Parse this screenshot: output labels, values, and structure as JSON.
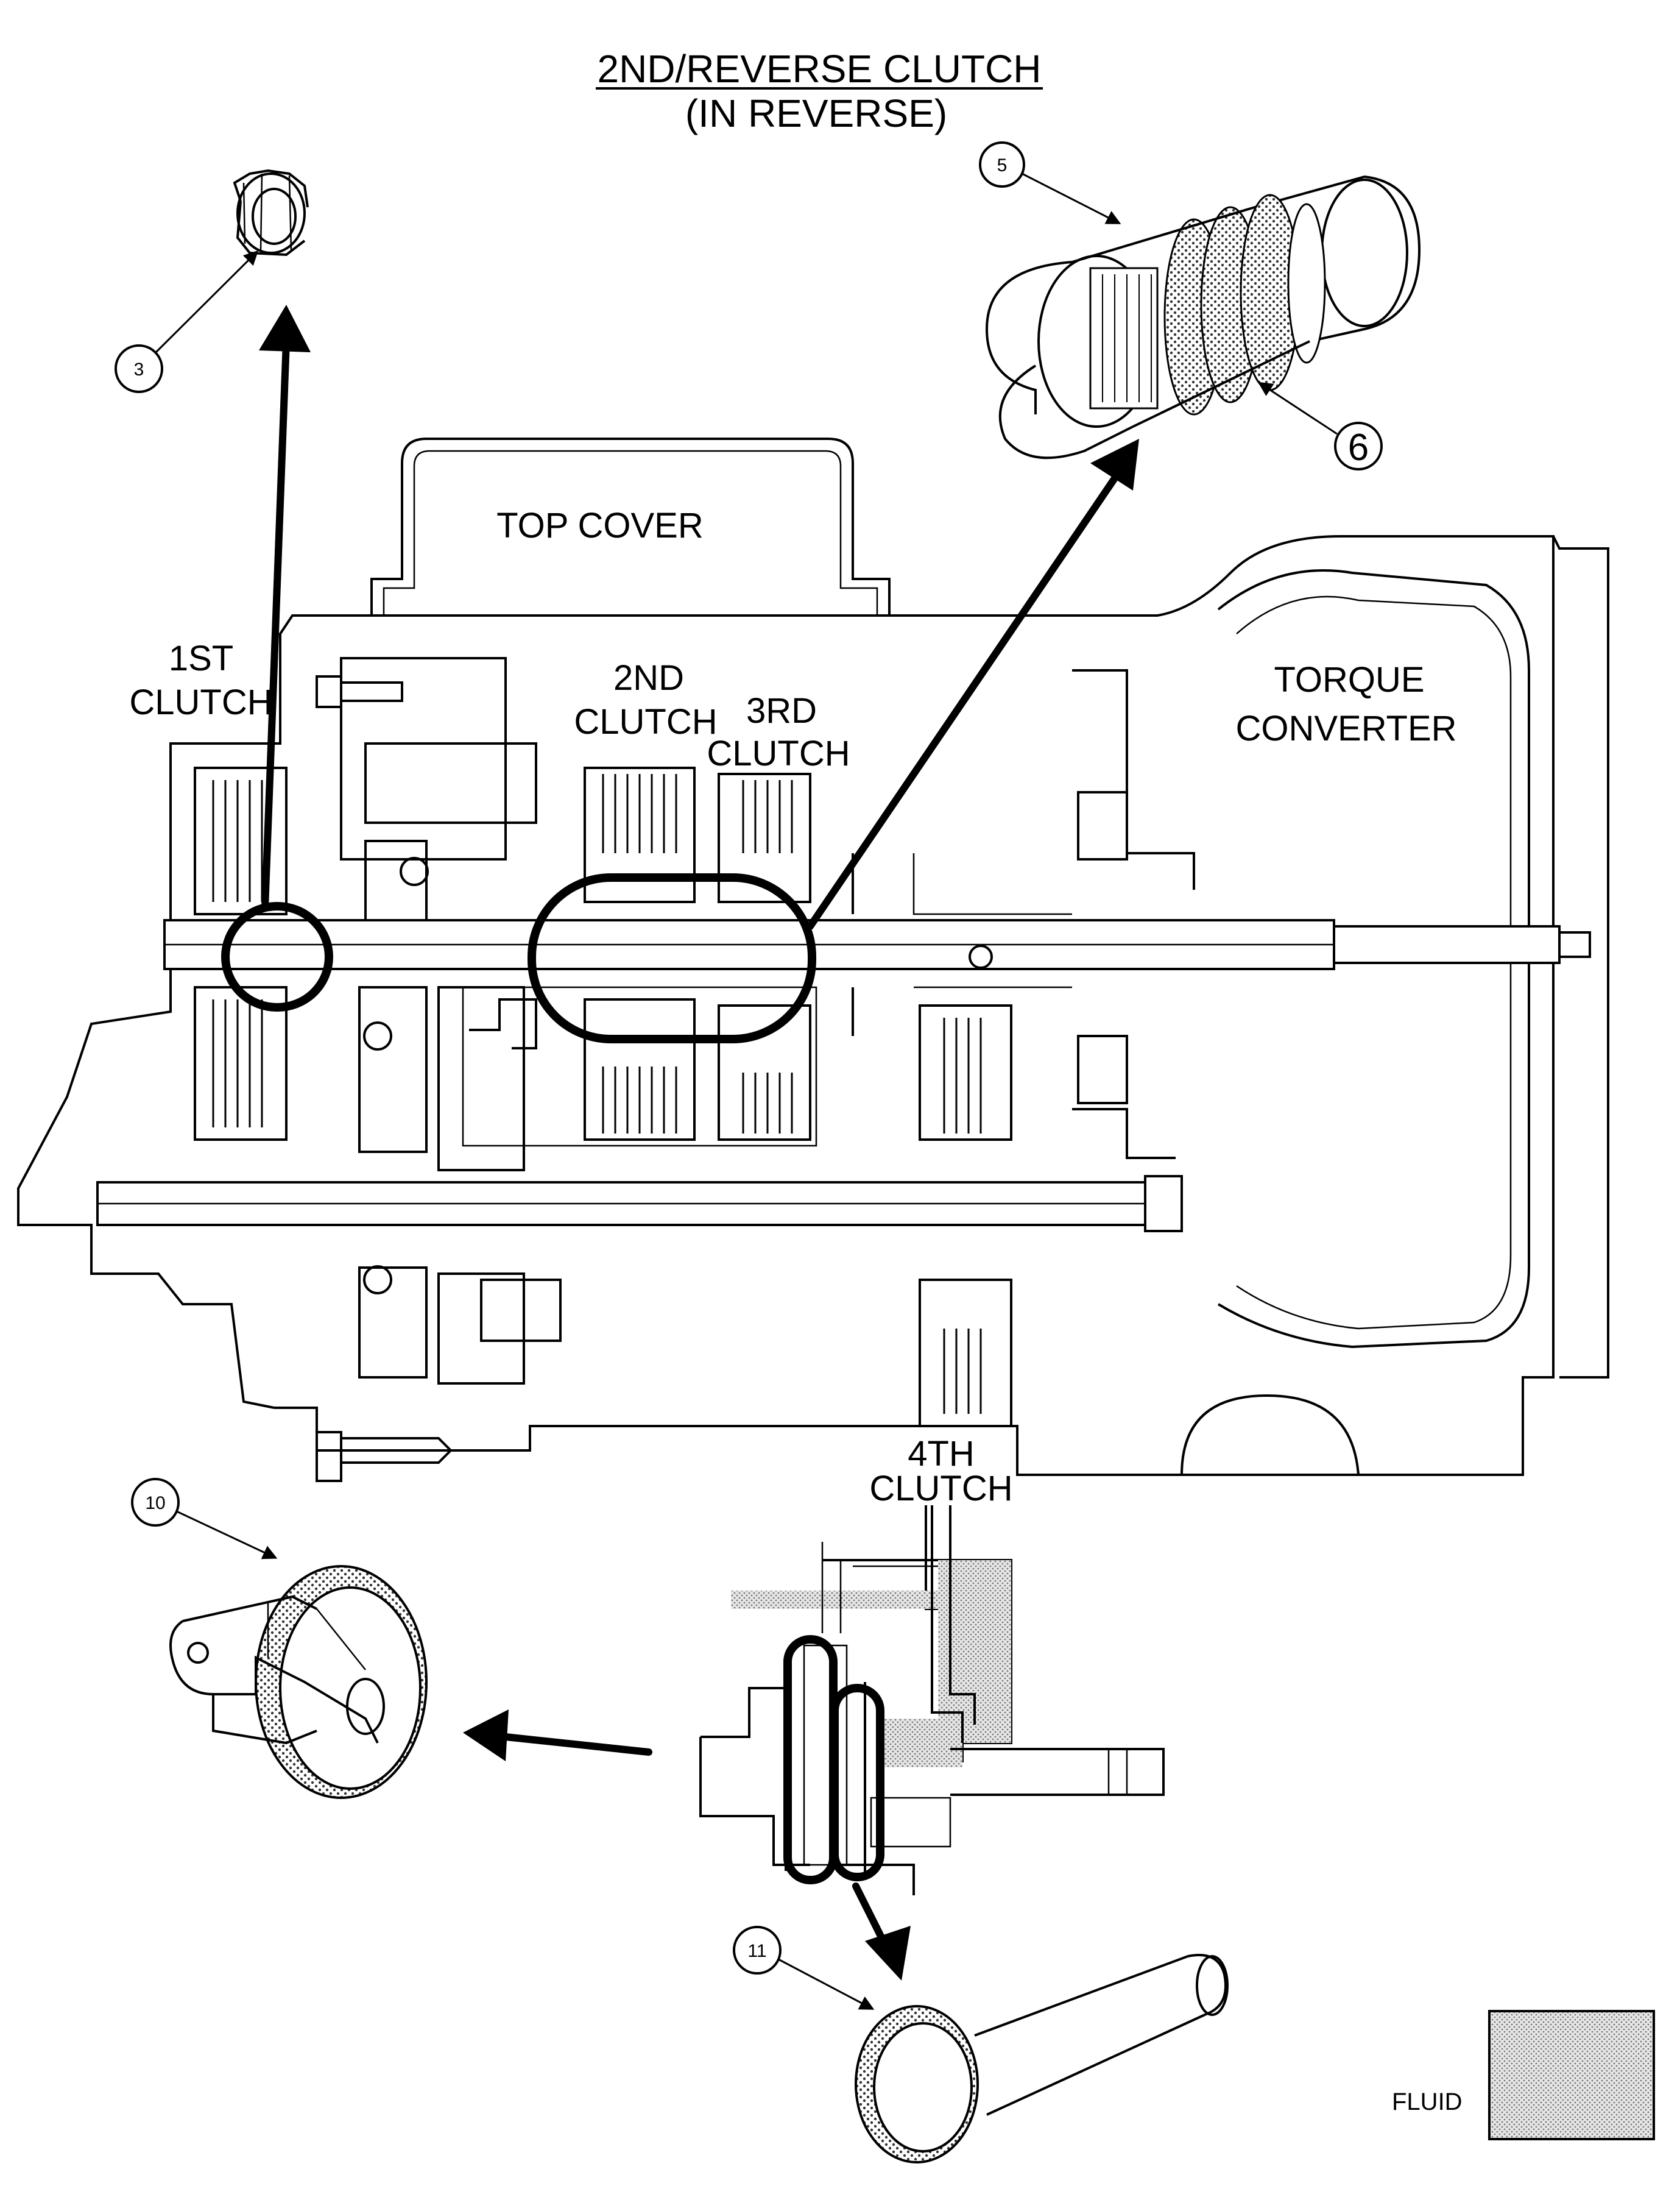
{
  "title": {
    "line1": "2ND/REVERSE CLUTCH",
    "line2": "(IN REVERSE)"
  },
  "labels": {
    "top_cover": "TOP COVER",
    "first_clutch_1": "1ST",
    "first_clutch_2": "CLUTCH",
    "second_clutch_1": "2ND",
    "second_clutch_2": "CLUTCH",
    "third_clutch_1": "3RD",
    "third_clutch_2": "CLUTCH",
    "torque_1": "TORQUE",
    "torque_2": "CONVERTER",
    "fourth_clutch_1": "4TH",
    "fourth_clutch_2": "CLUTCH"
  },
  "callouts": {
    "c3": "3",
    "c5": "5",
    "c6": "6",
    "c10": "10",
    "c11": "11"
  },
  "legend": {
    "fluid_label": "FLUID"
  },
  "colors": {
    "ink": "#000000",
    "fluid": "#c8c8c8",
    "background": "#ffffff"
  }
}
